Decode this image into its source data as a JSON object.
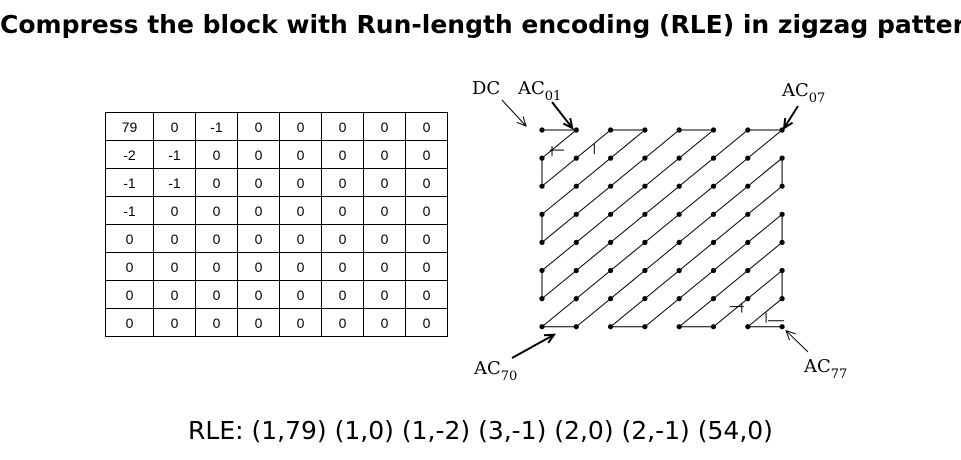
{
  "title": "Compress the block with Run-length encoding (RLE) in zigzag pattern",
  "block": [
    [
      "79",
      "0",
      "-1",
      "0",
      "0",
      "0",
      "0",
      "0"
    ],
    [
      "-2",
      "-1",
      "0",
      "0",
      "0",
      "0",
      "0",
      "0"
    ],
    [
      "-1",
      "-1",
      "0",
      "0",
      "0",
      "0",
      "0",
      "0"
    ],
    [
      "-1",
      "0",
      "0",
      "0",
      "0",
      "0",
      "0",
      "0"
    ],
    [
      "0",
      "0",
      "0",
      "0",
      "0",
      "0",
      "0",
      "0"
    ],
    [
      "0",
      "0",
      "0",
      "0",
      "0",
      "0",
      "0",
      "0"
    ],
    [
      "0",
      "0",
      "0",
      "0",
      "0",
      "0",
      "0",
      "0"
    ],
    [
      "0",
      "0",
      "0",
      "0",
      "0",
      "0",
      "0",
      "0"
    ]
  ],
  "labels": {
    "dc": "DC",
    "ac01": {
      "base": "AC",
      "sub": "01"
    },
    "ac07": {
      "base": "AC",
      "sub": "07"
    },
    "ac70": {
      "base": "AC",
      "sub": "70"
    },
    "ac77": {
      "base": "AC",
      "sub": "77"
    }
  },
  "rle_text": "RLE: (1,79) (1,0) (1,-2) (3,-1) (2,0) (2,-1) (54,0)"
}
